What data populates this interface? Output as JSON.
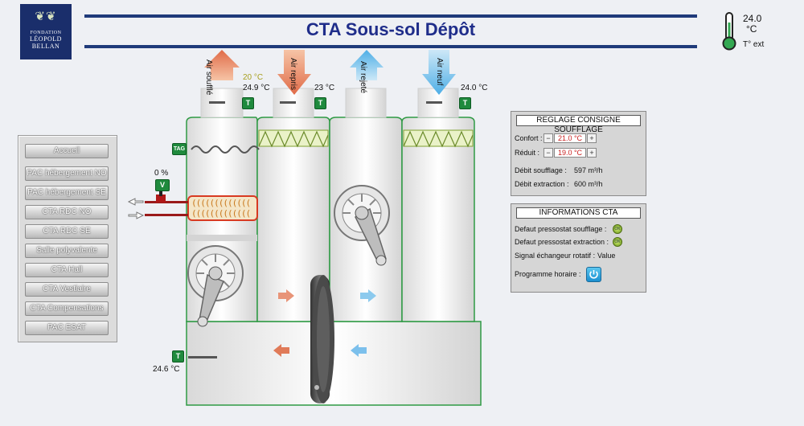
{
  "header": {
    "logo": {
      "line1": "FONDATION",
      "line2": "LÉOPOLD",
      "line3": "BELLAN"
    },
    "title": "CTA Sous-sol Dépôt",
    "temp_ext_value": "24.0",
    "temp_ext_unit": "°C",
    "temp_ext_label": "T° ext"
  },
  "nav": {
    "items": [
      {
        "label": "Accueil"
      },
      {
        "label": "PAC hébergement NO"
      },
      {
        "label": "PAC hébergement SE"
      },
      {
        "label": "CTA RDC NO"
      },
      {
        "label": "CTA RDC SE"
      },
      {
        "label": "Salle polyvalente"
      },
      {
        "label": "CTA Hall"
      },
      {
        "label": "CTA Vestiaire"
      },
      {
        "label": "CTA Compensations"
      },
      {
        "label": "PAC ESAT"
      }
    ]
  },
  "diagram": {
    "air_souffle": "Air soufflé",
    "air_repris": "Air repris",
    "air_rejete": "Air rejeté",
    "air_neuf": "Air neuf",
    "setpoint_souffle": "20 °C",
    "temp_souffle": "24.9 °C",
    "temp_repris": "23 °C",
    "temp_neuf": "24.0 °C",
    "temp_bottom": "24.6 °C",
    "valve_opening": "0 %",
    "valve_label": "V",
    "tag_label": "TAG",
    "t_badge": "T"
  },
  "reglage": {
    "title": "REGLAGE CONSIGNE SOUFFLAGE",
    "confort_label": "Confort :",
    "confort_value": "21.0 °C",
    "reduit_label": "Réduit :",
    "reduit_value": "19.0 °C",
    "debit_souffle_label": "Débit soufflage :",
    "debit_souffle_value": "597 m³/h",
    "debit_extraction_label": "Débit extraction :",
    "debit_extraction_value": "600 m³/h"
  },
  "infos": {
    "title": "INFORMATIONS CTA",
    "defaut_souffle_label": "Defaut pressostat soufflage :",
    "defaut_extraction_label": "Defaut pressostat extraction :",
    "ok_badge": "OK",
    "signal_label": "Signal échangeur rotatif :",
    "signal_value": "Value",
    "programme_label": "Programme horaire :"
  },
  "colors": {
    "accent_blue": "#1f2d8a",
    "supply_green": "#1f8a3d",
    "warm_arrow": "#e07050",
    "cold_arrow": "#5fb7ea",
    "setpoint_text": "#a8a020",
    "value_red": "#c81e1e"
  }
}
